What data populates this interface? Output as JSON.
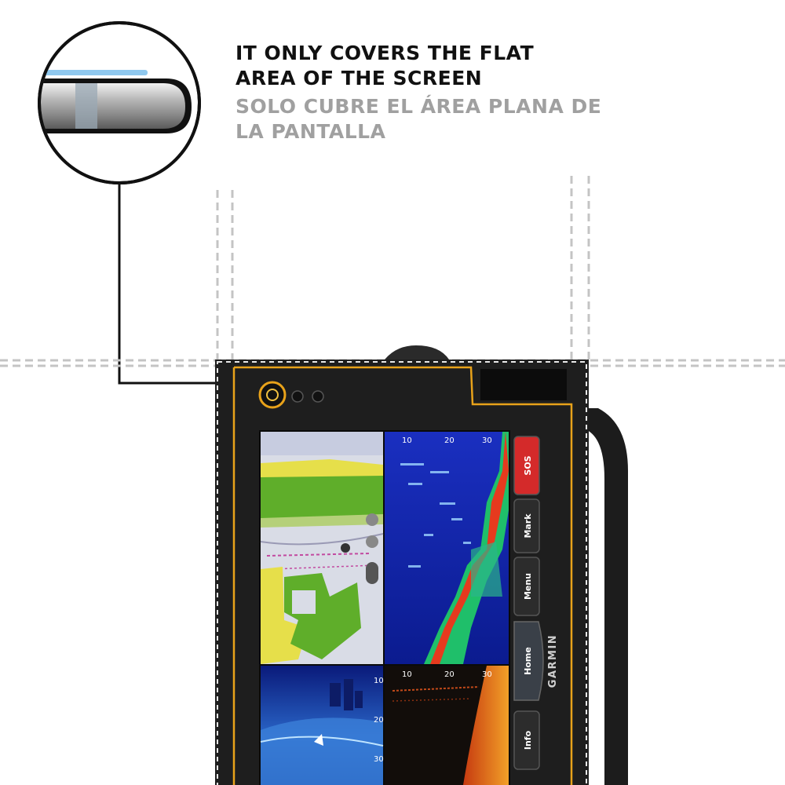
{
  "caption": {
    "en_line1": "IT ONLY COVERS THE FLAT",
    "en_line2": "AREA OF THE SCREEN",
    "es_line1": "SOLO CUBRE EL ÁREA PLANA DE",
    "es_line2": "LA PANTALLA"
  },
  "device": {
    "brand": "GARMIN",
    "buttons": {
      "sos": "SOS",
      "mark": "Mark",
      "menu": "Menu",
      "home": "Home",
      "info": "Info"
    },
    "sonar_scale_top": [
      "10",
      "20",
      "30"
    ],
    "sonar_scale_bottom": [
      "10",
      "20",
      "30"
    ],
    "down_scale": [
      "10",
      "20",
      "30"
    ]
  },
  "colors": {
    "accent": "#e8a21a",
    "bezel": "#1e1e1e",
    "sos": "#d42a2a",
    "protector": "#8fc8ee"
  }
}
